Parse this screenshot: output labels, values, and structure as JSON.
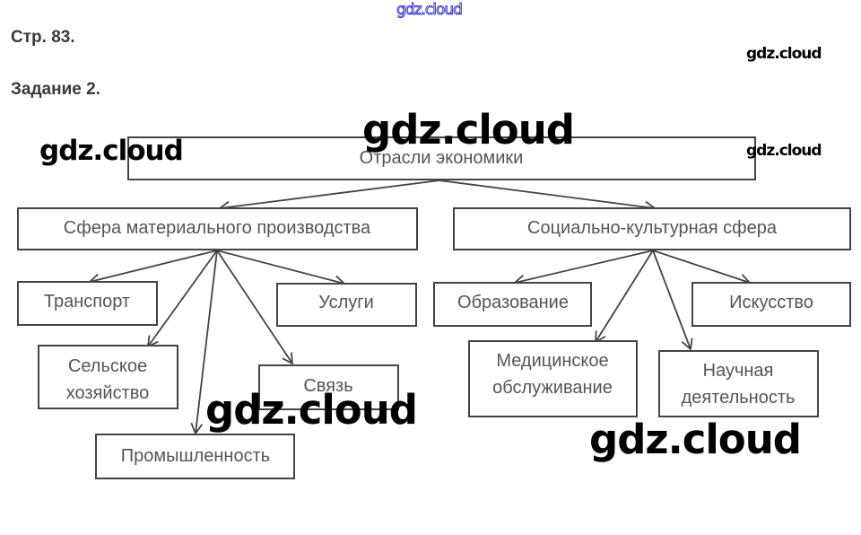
{
  "header": {
    "page": "Стр. 83.",
    "task": "Задание 2."
  },
  "diagram": {
    "root": "Отрасли экономики",
    "left": {
      "title": "Сфера материального производства",
      "children": [
        "Транспорт",
        "Услуги",
        "Сельское",
        "хозяйство",
        "Связь",
        "Промышленность"
      ]
    },
    "right": {
      "title": "Социально-культурная сфера",
      "children": [
        "Образование",
        "Искусство",
        "Медицинское",
        "обслуживание",
        "Научная",
        "деятельность"
      ]
    }
  },
  "watermarks": [
    "gdz.cloud",
    "gdz.cloud",
    "gdz.cloud",
    "gdz.cloud",
    "gdz.cloud",
    "gdz.cloud",
    "gdz.cloud"
  ]
}
